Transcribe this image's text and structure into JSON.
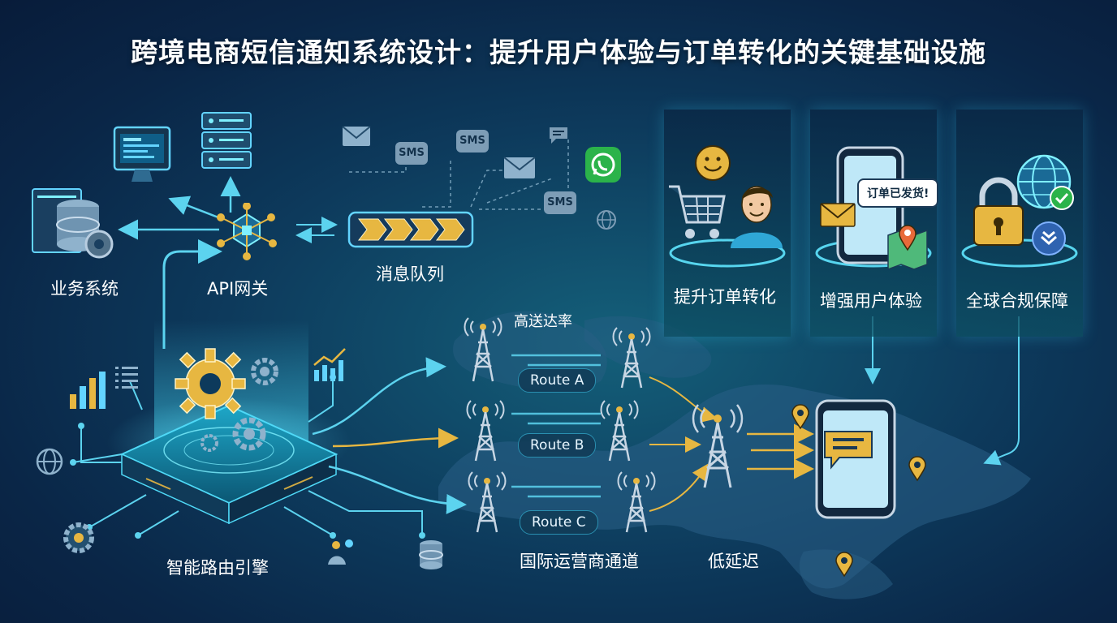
{
  "title": "跨境电商短信通知系统设计：提升用户体验与订单转化的关键基础设施",
  "nodes": {
    "business_system": "业务系统",
    "api_gateway": "API网关",
    "message_queue": "消息队列",
    "routing_engine": "智能路由引擎",
    "carrier_channels": "国际运营商通道",
    "high_delivery": "高送达率",
    "low_latency": "低延迟"
  },
  "routes": [
    "Route A",
    "Route B",
    "Route C"
  ],
  "message_icons": {
    "sms_1": "SMS",
    "sms_2": "SMS",
    "sms_3": "SMS"
  },
  "benefits": [
    {
      "label": "提升订单转化"
    },
    {
      "label": "增强用户体验",
      "bubble": "订单已发货!"
    },
    {
      "label": "全球合规保障"
    }
  ],
  "colors": {
    "accent_cyan": "#3fd0f0",
    "gold": "#e7b741",
    "link_line": "#5cd3ef",
    "whatsapp": "#2bb34a"
  }
}
